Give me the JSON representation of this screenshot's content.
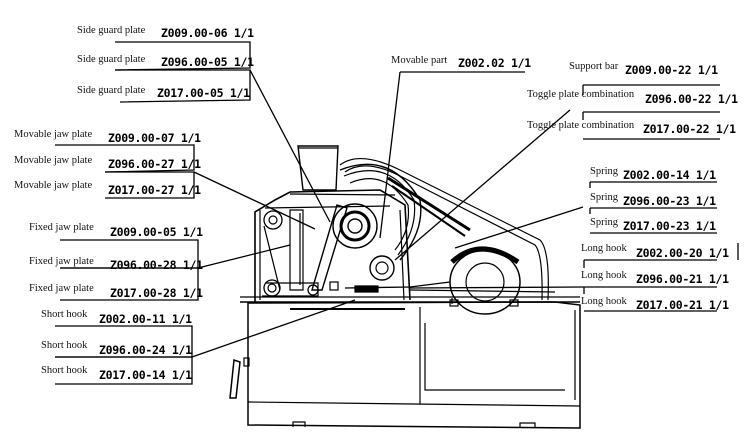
{
  "title": "Jaw crusher parts diagram",
  "groups": {
    "side_guard_plate": [
      {
        "name": "Side guard plate",
        "code": "Z009.00-06 1/1"
      },
      {
        "name": "Side guard plate",
        "code": "Z096.00-05 1/1"
      },
      {
        "name": "Side guard plate",
        "code": "Z017.00-05 1/1"
      }
    ],
    "movable_jaw_plate": [
      {
        "name": "Movable jaw plate",
        "code": "Z009.00-07 1/1"
      },
      {
        "name": "Movable jaw plate",
        "code": "Z096.00-27 1/1"
      },
      {
        "name": "Movable jaw plate",
        "code": "Z017.00-27 1/1"
      }
    ],
    "fixed_jaw_plate": [
      {
        "name": "Fixed jaw plate",
        "code": "Z009.00-05 1/1"
      },
      {
        "name": "Fixed jaw plate",
        "code": "Z096.00-28 1/1"
      },
      {
        "name": "Fixed jaw plate",
        "code": "Z017.00-28 1/1"
      }
    ],
    "short_hook": [
      {
        "name": "Short hook",
        "code": "Z002.00-11 1/1"
      },
      {
        "name": "Short hook",
        "code": "Z096.00-24 1/1"
      },
      {
        "name": "Short hook",
        "code": "Z017.00-14 1/1"
      }
    ],
    "movable_part": [
      {
        "name": "Movable part",
        "code": "Z002.02 1/1"
      }
    ],
    "toggle": [
      {
        "name": "Support bar",
        "code": "Z009.00-22 1/1"
      },
      {
        "name": "Toggle plate combination",
        "code": "Z096.00-22 1/1"
      },
      {
        "name": "Toggle plate combination",
        "code": "Z017.00-22 1/1"
      }
    ],
    "spring": [
      {
        "name": "Spring",
        "code": "Z002.00-14 1/1"
      },
      {
        "name": "Spring",
        "code": "Z096.00-23 1/1"
      },
      {
        "name": "Spring",
        "code": "Z017.00-23 1/1"
      }
    ],
    "long_hook": [
      {
        "name": "Long hook",
        "code": "Z002.00-20 1/1"
      },
      {
        "name": "Long hook",
        "code": "Z096.00-21 1/1"
      },
      {
        "name": "Long hook",
        "code": "Z017.00-21 1/1"
      }
    ]
  }
}
